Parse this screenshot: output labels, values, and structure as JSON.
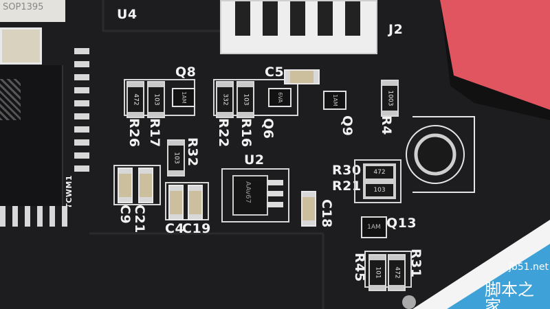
{
  "module": {
    "chip_marking": "SOP1395",
    "antenna_label": "TCWM1"
  },
  "labels": {
    "U4": "U4",
    "J2": "J2",
    "Q8": "Q8",
    "C5": "C5",
    "R26": "R26",
    "R17": "R17",
    "R22": "R22",
    "R16": "R16",
    "Q6": "Q6",
    "Q9": "Q9",
    "R4": "R4",
    "R32": "R32",
    "U2": "U2",
    "R30": "R30",
    "R21": "R21",
    "C18": "C18",
    "Q13": "Q13",
    "C9": "C9",
    "C21": "C21",
    "C4": "C4",
    "C19": "C19",
    "R45": "R45",
    "R31": "R31"
  },
  "markings": {
    "r26": "472",
    "r17": "103",
    "r22": "332",
    "r16": "103",
    "q8": "1AM",
    "q6": "6VA",
    "q9": "1AM",
    "r4": "1003",
    "r32": "103",
    "u2": "AAv67",
    "r30": "472",
    "r21": "103",
    "q13": "1AM",
    "r45": "101",
    "r31": "472"
  },
  "watermark": {
    "url": "jb51.net",
    "name": "脚本之家"
  },
  "colors": {
    "board": "#1d1d20",
    "silk": "#f2f2f2",
    "accent_red": "#e05560",
    "watermark_blue": "#3ea2d8"
  }
}
